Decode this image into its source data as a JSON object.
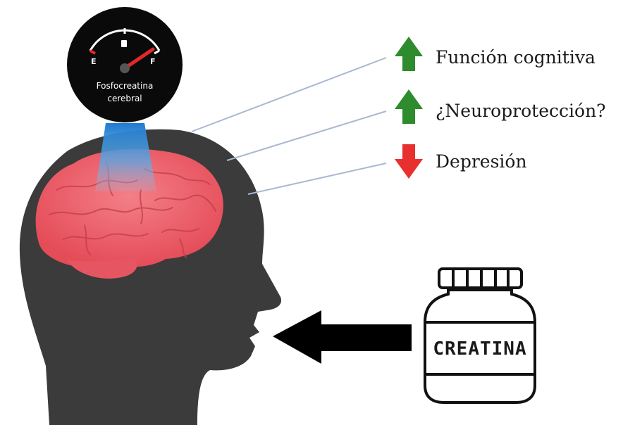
{
  "gauge": {
    "empty_letter": "E",
    "full_letter": "F",
    "caption_line1": "Fosfocreatina",
    "caption_line2": "cerebral",
    "level": "full"
  },
  "effects": [
    {
      "label": "Función cognitiva",
      "direction": "up",
      "arrow_icon": "arrow-up-icon",
      "color": "#2e8b2e"
    },
    {
      "label": "¿Neuroprotección?",
      "direction": "up",
      "arrow_icon": "arrow-up-icon",
      "color": "#2e8b2e"
    },
    {
      "label": "Depresión",
      "direction": "down",
      "arrow_icon": "arrow-down-icon",
      "color": "#e8312f"
    }
  ],
  "jar": {
    "label": "CREATINA"
  },
  "colors": {
    "head": "#3b3b3b",
    "brain": "#ee5a65",
    "gauge_face": "#0a0a0a",
    "gauge_needle": "#e02828",
    "beam": "#3a8fd6",
    "up_arrow": "#2e8b2e",
    "down_arrow": "#e8312f",
    "pointer_lines": "#a8b8d0"
  }
}
